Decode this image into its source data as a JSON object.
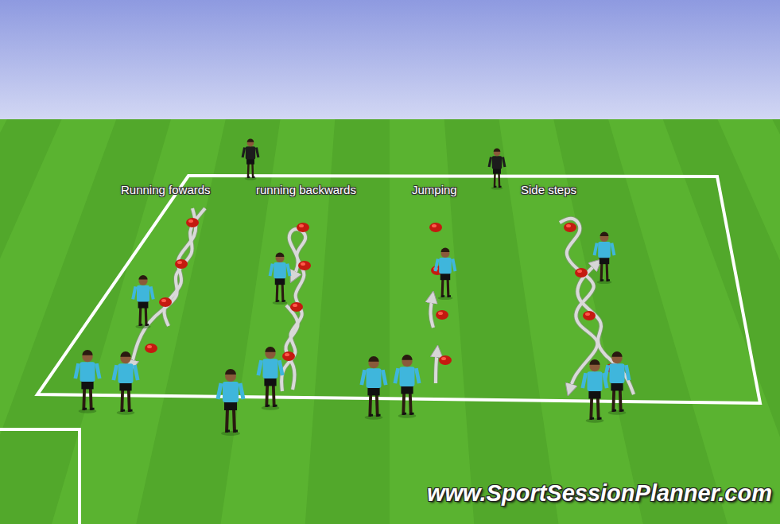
{
  "diagram": {
    "labels": [
      "Running fowards",
      "running backwards",
      "Jumping",
      "Side steps",
      "www.SportSessionPlanner.com"
    ]
  }
}
